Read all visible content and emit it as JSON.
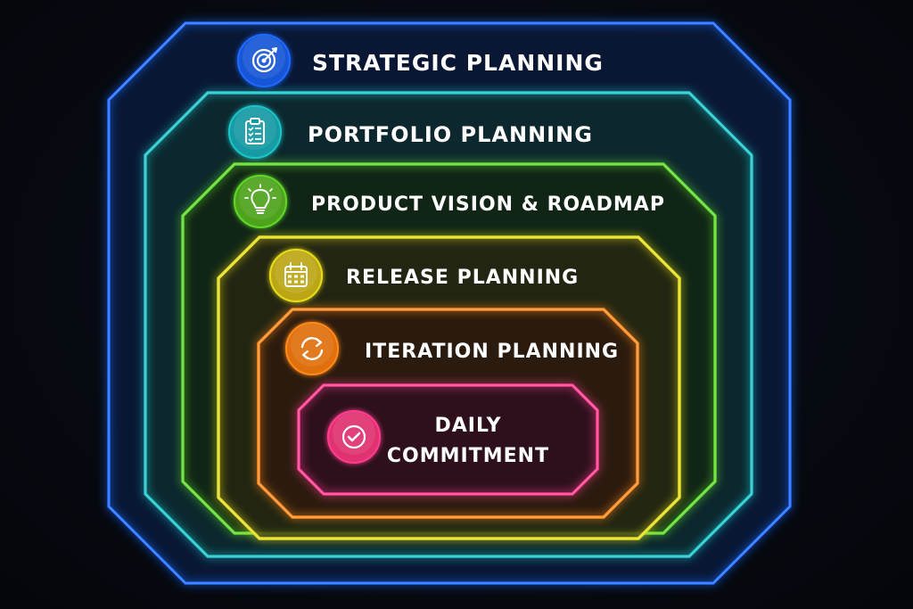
{
  "diagram": {
    "levels": [
      {
        "label_lines": [
          "STRATEGIC PLANNING"
        ],
        "icon": "target-icon",
        "color": "#1e6bff",
        "fill": "#0a1a3a",
        "badge": "#1957d6"
      },
      {
        "label_lines": [
          "PORTFOLIO PLANNING"
        ],
        "icon": "clipboard-checklist-icon",
        "color": "#1fc4c8",
        "fill": "#0d2a2e",
        "badge": "#139aa3"
      },
      {
        "label_lines": [
          "PRODUCT VISION & ROADMAP"
        ],
        "icon": "lightbulb-icon",
        "color": "#5fd82b",
        "fill": "#122612",
        "badge": "#4fa31c"
      },
      {
        "label_lines": [
          "RELEASE PLANNING"
        ],
        "icon": "calendar-icon",
        "color": "#e6dd1b",
        "fill": "#262612",
        "badge": "#bca613"
      },
      {
        "label_lines": [
          "ITERATION PLANNING"
        ],
        "icon": "refresh-cycle-icon",
        "color": "#ff8a1a",
        "fill": "#2d1a0e",
        "badge": "#e0700e"
      },
      {
        "label_lines": [
          "DAILY",
          "COMMITMENT"
        ],
        "icon": "check-circle-icon",
        "color": "#ff3d8f",
        "fill": "#2e0e1e",
        "badge": "#e0326f"
      }
    ]
  }
}
